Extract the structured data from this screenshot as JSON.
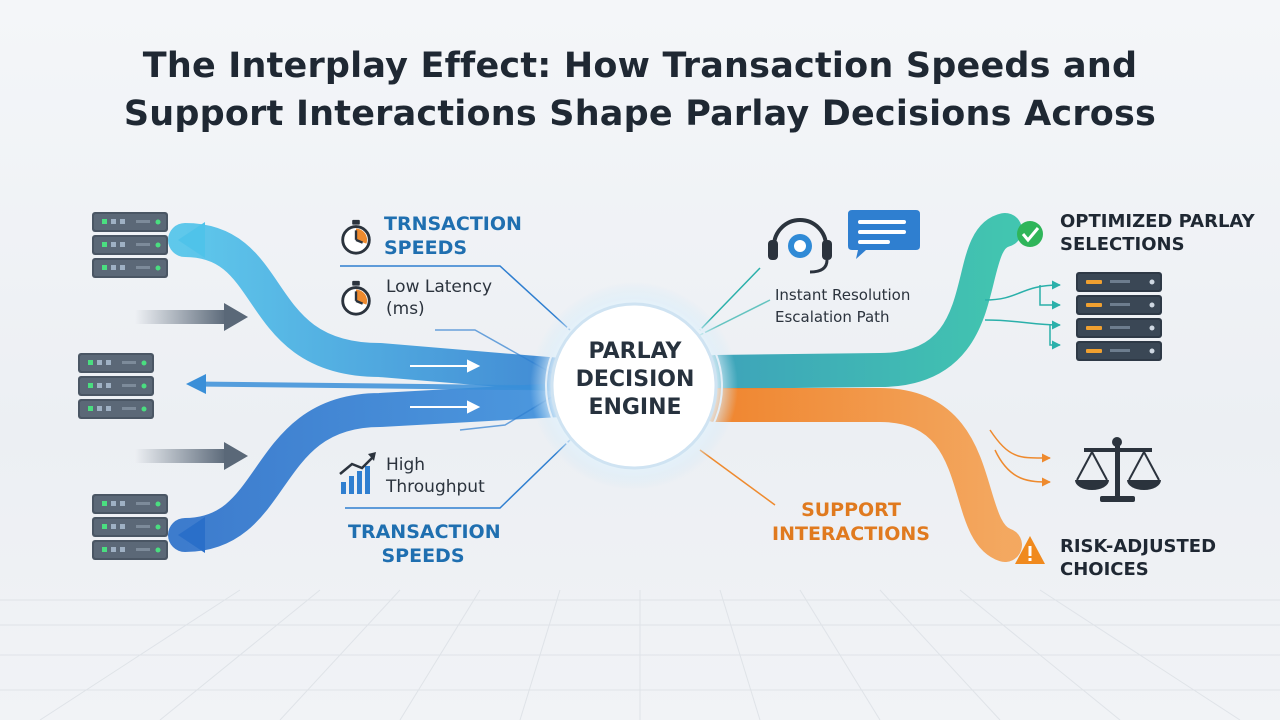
{
  "title_line1": "The Interplay Effect: How Transaction Speeds and",
  "title_line2": "Support Interactions Shape Parlay Decisions Across",
  "engine": {
    "line1": "PARLAY",
    "line2": "DECISION",
    "line3": "ENGINE"
  },
  "left_top": {
    "heading_line1": "TRNSACTION",
    "heading_line2": "SPEEDS",
    "metric_line1": "Low Latency",
    "metric_line2": "(ms)"
  },
  "left_bottom": {
    "metric_line1": "High",
    "metric_line2": "Throughput",
    "heading_line1": "TRANSACTION",
    "heading_line2": "SPEEDS"
  },
  "support": {
    "item1": "Instant Resolution",
    "item2": "Escalation Path",
    "heading_line1": "SUPPORT",
    "heading_line2": "INTERACTIONS"
  },
  "outcomes": {
    "optimized_line1": "OPTIMIZED PARLAY",
    "optimized_line2": "SELECTIONS",
    "risk_line1": "RISK-ADJUSTED",
    "risk_line2": "CHOICES"
  },
  "colors": {
    "transaction_blue": "#2f7fd0",
    "support_teal": "#2ab0aa",
    "support_orange": "#ee8a2e",
    "text_dark": "#1f2833",
    "success_green": "#2fb55a",
    "warning_orange": "#f08a1e"
  },
  "icons": {
    "server": "server-rack-icon",
    "stopwatch": "stopwatch-icon",
    "chart": "bar-chart-icon",
    "headset": "headset-icon",
    "chat": "chat-bubble-icon",
    "check": "check-circle-icon",
    "scale": "balance-scale-icon",
    "warning": "warning-icon"
  }
}
